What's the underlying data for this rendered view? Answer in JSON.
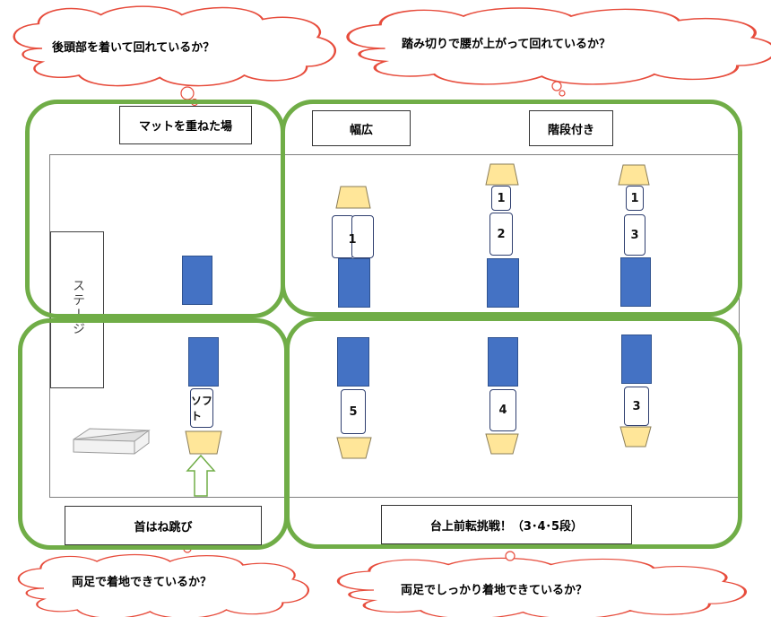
{
  "clouds": {
    "top_left": "後頭部を着いて回れているか？",
    "top_right": "踏み切りで腰が上がって回れているか？",
    "bottom_left": "両足で着地できているか？",
    "bottom_right": "両足でしっかり着地できているか？"
  },
  "stage_label": "ステージ",
  "zones": {
    "mat_stack": "マットを重ねた場",
    "wide": "幅広",
    "stairs": "階段付き",
    "neck_spring": "首はね跳び",
    "platform_challenge": "台上前転挑戦！（3･4･5段）"
  },
  "blocks": {
    "wide_top": "1",
    "stairs_a_top": "1",
    "stairs_a_mid": "2",
    "stairs_b_top": "1",
    "stairs_b_mid": "3",
    "soft": "ソフト",
    "col1_bottom": "5",
    "col2_bottom": "4",
    "col3_bottom": "3"
  },
  "colors": {
    "zone_border": "#70ad47",
    "mat_blue": "#4472c4",
    "springboard_yellow": "#ffe699",
    "cloud_border": "#e74c3c",
    "arrow_green": "#70ad47"
  }
}
